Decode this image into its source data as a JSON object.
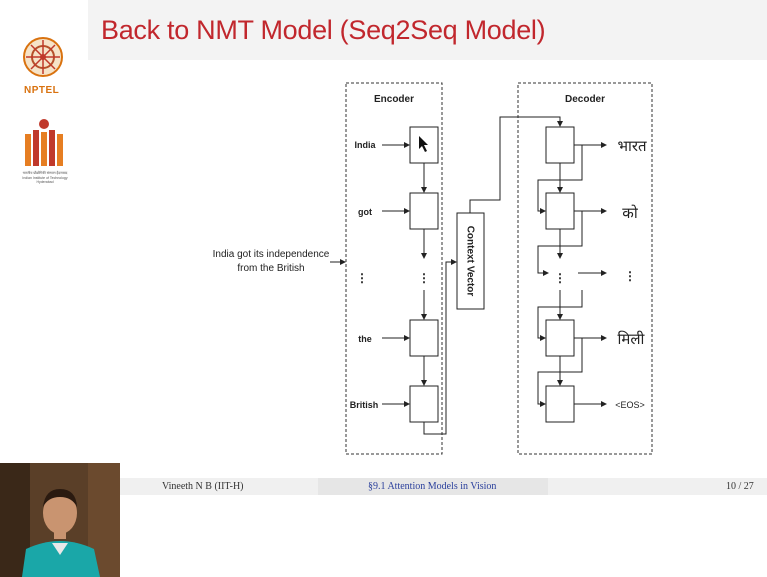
{
  "slide": {
    "title": "Back to NMT Model (Seq2Seq Model)"
  },
  "sidebar": {
    "nptel_label": "NPTEL",
    "institute_hindi": "भारतीय प्रौद्योगिकी संस्थान हैदराबाद",
    "institute_english": "Indian Institute of Technology Hyderabad"
  },
  "diagram": {
    "encoder_label": "Encoder",
    "decoder_label": "Decoder",
    "context_label": "Context Vector",
    "input_sentence_line1": "India got its independence",
    "input_sentence_line2": "from the British",
    "encoder_inputs": [
      "India",
      "got",
      "⋮",
      "the",
      "British"
    ],
    "decoder_outputs": [
      "भारत",
      "को",
      "⋮",
      "मिली",
      "<EOS>"
    ],
    "ellipsis": "⋮"
  },
  "footer": {
    "author": "Vineeth N B  (IIT-H)",
    "section": "§9.1 Attention Models in Vision",
    "page": "10 / 27"
  },
  "colors": {
    "title": "#c1272d",
    "section_link": "#2a3f9c",
    "nptel_orange": "#d9720f"
  }
}
